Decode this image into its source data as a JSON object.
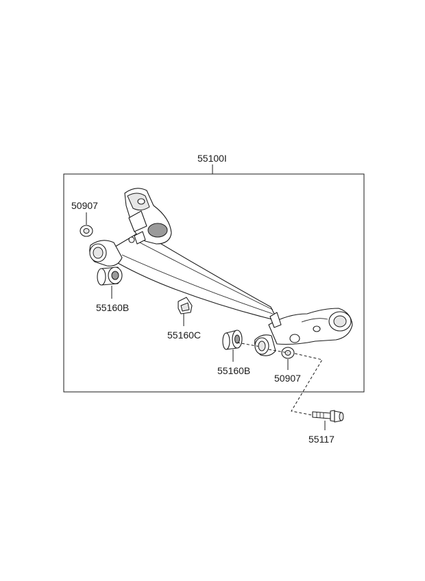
{
  "labels": {
    "assembly": "55100I",
    "washer_left": "50907",
    "bushing_left": "55160B",
    "bracket_center": "55160C",
    "bushing_right": "55160B",
    "washer_right": "50907",
    "bolt": "55117"
  }
}
